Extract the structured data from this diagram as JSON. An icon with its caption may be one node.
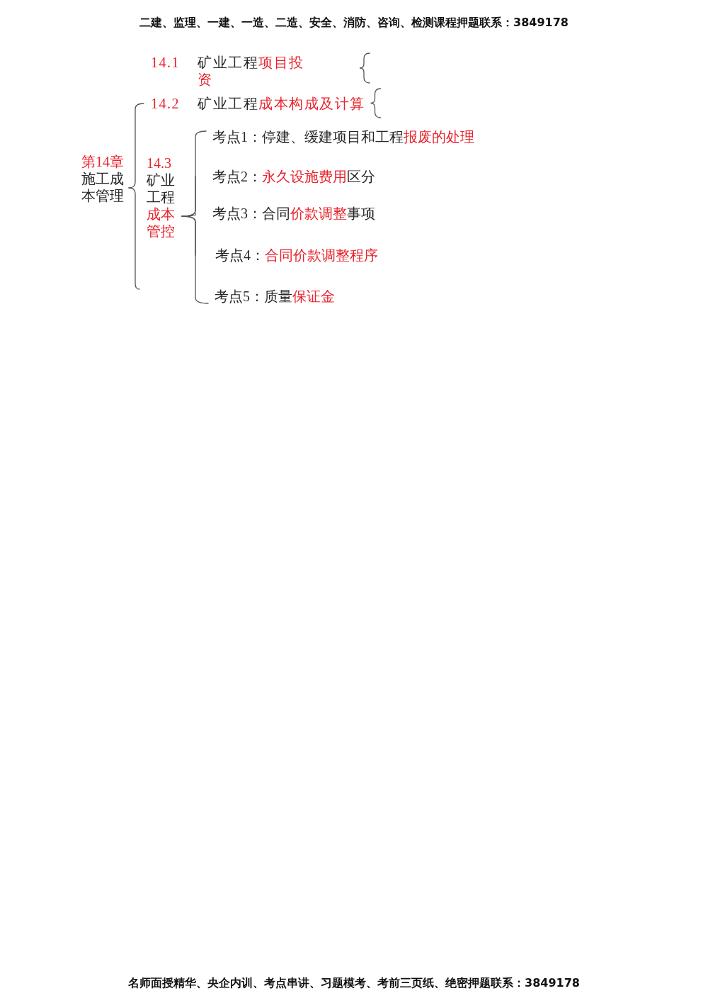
{
  "diagram": {
    "nodes": [
      {
        "text": [
          "第14章",
          "施工成本管理"
        ]
      },
      {
        "text": [
          "14.1",
          "矿业工程**项目投资**"
        ]
      },
      {
        "text": [
          "14.2",
          "矿业工程**成本构成及计算**"
        ]
      },
      {
        "text": [
          "14.3",
          "矿业工程**成本管控**"
        ]
      },
      {
        "text": [
          "考点1：停建、缓建项目和工程**报废的处理**"
        ]
      },
      {
        "text": [
          "考点2：**永久设施费用**区分"
        ]
      },
      {
        "text": [
          "考点3：合同**价款调整**事项"
        ]
      },
      {
        "text": [
          "考点4：**合同价款调整程序**"
        ]
      },
      {
        "text": [
          "考点5：质量**保证金**"
        ]
      }
    ],
    "edges": [
      {
        "from": 0,
        "to": 2,
        "arrow": "none"
      },
      {
        "from": 0,
        "to": 3,
        "arrow": "none"
      },
      {
        "from": 3,
        "to": 4,
        "arrow": "none"
      },
      {
        "from": 3,
        "to": 5,
        "arrow": "none"
      },
      {
        "from": 3,
        "to": 6,
        "arrow": "none"
      },
      {
        "from": 3,
        "to": 7,
        "arrow": "none"
      },
      {
        "from": 3,
        "to": 8,
        "arrow": "none"
      }
    ],
    "labels": [
      "二建、监理、一建、一造、二造、安全、消防、咨询、检测课程押题联系：3849178",
      "名师面授精华、央企内训、考点串讲、习题模考、考前三页纸、绝密押题联系：3849178"
    ]
  }
}
